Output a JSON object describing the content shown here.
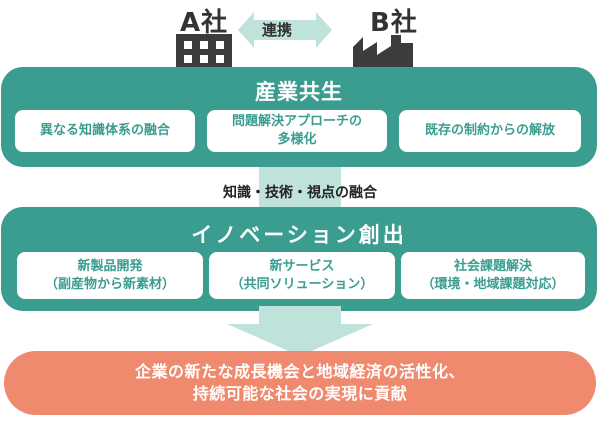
{
  "companies": {
    "a": "A社",
    "b": "B社"
  },
  "collaboration": "連携",
  "symbiosis": {
    "title": "産業共生",
    "items": [
      {
        "line1": "異なる知識体系の融合",
        "line2": ""
      },
      {
        "line1": "問題解決アプローチの",
        "line2": "多様化"
      },
      {
        "line1": "既存の制約からの解放",
        "line2": ""
      }
    ]
  },
  "fusion_label": "知識・技術・視点の融合",
  "innovation": {
    "title": "イノベーション創出",
    "items": [
      {
        "line1": "新製品開発",
        "line2": "（副産物から新素材）"
      },
      {
        "line1": "新サービス",
        "line2": "（共同ソリューション）"
      },
      {
        "line1": "社会課題解決",
        "line2": "（環境・地域課題対応）"
      }
    ]
  },
  "result": {
    "line1": "企業の新たな成長機会と地域経済の活性化、",
    "line2": "持続可能な社会の実現に貢献"
  },
  "colors": {
    "teal": "#3a9d8f",
    "light_teal": "#bfe3da",
    "coral": "#ef8a6f",
    "dark": "#3c3c3c"
  }
}
